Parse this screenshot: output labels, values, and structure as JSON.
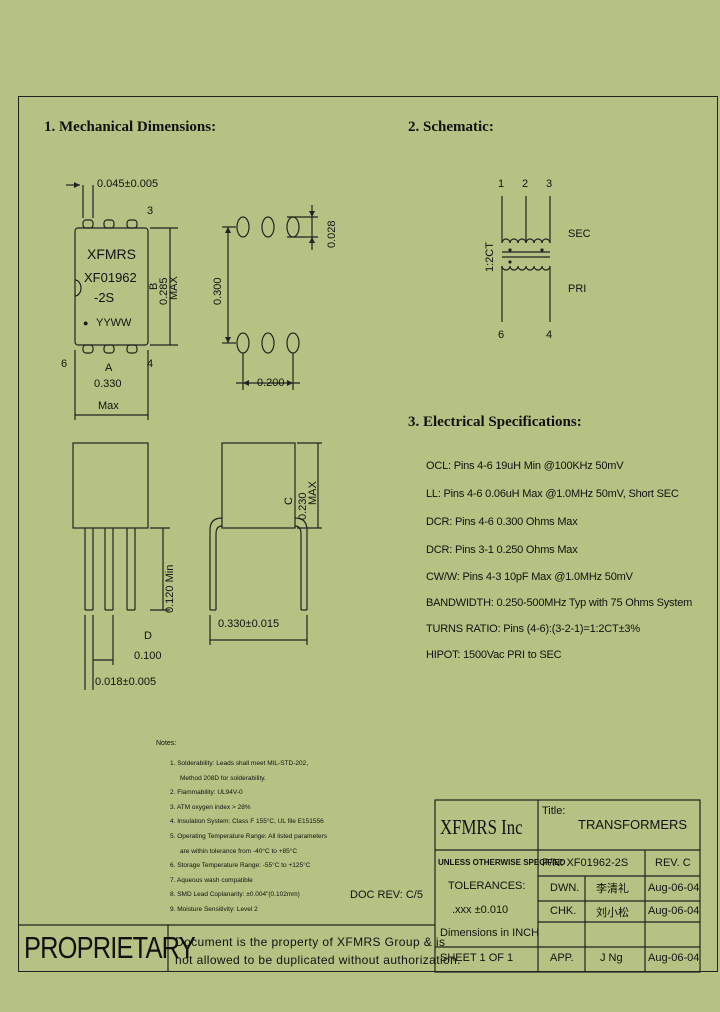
{
  "sections": {
    "mechanical": "1. Mechanical Dimensions:",
    "schematic": "2. Schematic:",
    "electrical": "3. Electrical Specifications:"
  },
  "mechanical": {
    "lead_width": "0.045±0.005",
    "pin3": "3",
    "pin6": "6",
    "pin4": "4",
    "part_line1": "XFMRS",
    "part_line2": "XF01962",
    "part_line3": "-2S",
    "part_line4": "YYWW",
    "b_label": "B",
    "b_value": "0.285",
    "b_max": "MAX",
    "a_label": "A",
    "a_value": "0.330",
    "a_max": "Max",
    "pad_small": "0.028",
    "pad_span": "0.300",
    "pad_pitch": "0.200",
    "c_label": "C",
    "c_value": "0.230",
    "c_max": "MAX",
    "lead_len": "0.120 Min",
    "d_label": "D",
    "d_value": "0.100",
    "lead_dia": "0.018±0.005",
    "body_len": "0.330±0.015"
  },
  "schematic": {
    "pin1": "1",
    "pin2": "2",
    "pin3": "3",
    "pin6": "6",
    "pin4": "4",
    "ratio": "1:2CT",
    "sec": "SEC",
    "pri": "PRI"
  },
  "specs": [
    "OCL: Pins 4-6 19uH Min @100KHz 50mV",
    "LL: Pins 4-6 0.06uH Max @1.0MHz 50mV, Short SEC",
    "DCR: Pins 4-6 0.300 Ohms Max",
    "DCR: Pins 3-1 0.250 Ohms Max",
    "CW/W: Pins 4-3 10pF Max @1.0MHz 50mV",
    "BANDWIDTH: 0.250-500MHz Typ with 75 Ohms System",
    "TURNS RATIO: Pins (4-6):(3-2-1)=1:2CT±3%",
    "HIPOT: 1500Vac PRI to SEC"
  ],
  "notes": {
    "title": "Notes:",
    "items": [
      "1. Solderability: Leads shall meet MIL-STD-202,",
      "Method 208D for solderability.",
      "2. Flammability: UL94V-0",
      "3. ATM oxygen index > 28%",
      "4. Insulation System: Class F 155°C, UL file E151556",
      "5. Operating Temperature Range: All listed parameters",
      "are within tolerance from -40°C to +85°C",
      "6. Storage Temperature Range: -55°C to +125°C",
      "7. Aqueous wash compatible",
      "8. SMD Lead Coplanarity: ±0.004\"(0.102mm)",
      "9. Moisture Sensitivity: Level 2"
    ]
  },
  "doc_rev": "DOC REV: C/5",
  "title_block": {
    "company": "XFMRS Inc",
    "title_label": "Title:",
    "title": "TRANSFORMERS",
    "unless": "UNLESS OTHERWISE SPECIFIED",
    "tolerances": "TOLERANCES:",
    "tol_value": ".xxx ±0.010",
    "dimensions": "Dimensions in INCH",
    "pn": "P/N: XF01962-2S",
    "rev": "REV. C",
    "dwn_label": "DWN.",
    "dwn_sig": "李清礼",
    "dwn_date": "Aug-06-04",
    "chk_label": "CHK.",
    "chk_sig": "刘小松",
    "chk_date": "Aug-06-04",
    "app_label": "APP.",
    "app_sig": "J Ng",
    "app_date": "Aug-06-04",
    "sheet": "SHEET 1 OF 1"
  },
  "proprietary": {
    "label": "PROPRIETARY",
    "line1": "Document is the property of XFMRS Group & is",
    "line2": "not allowed to be duplicated without authorization."
  }
}
